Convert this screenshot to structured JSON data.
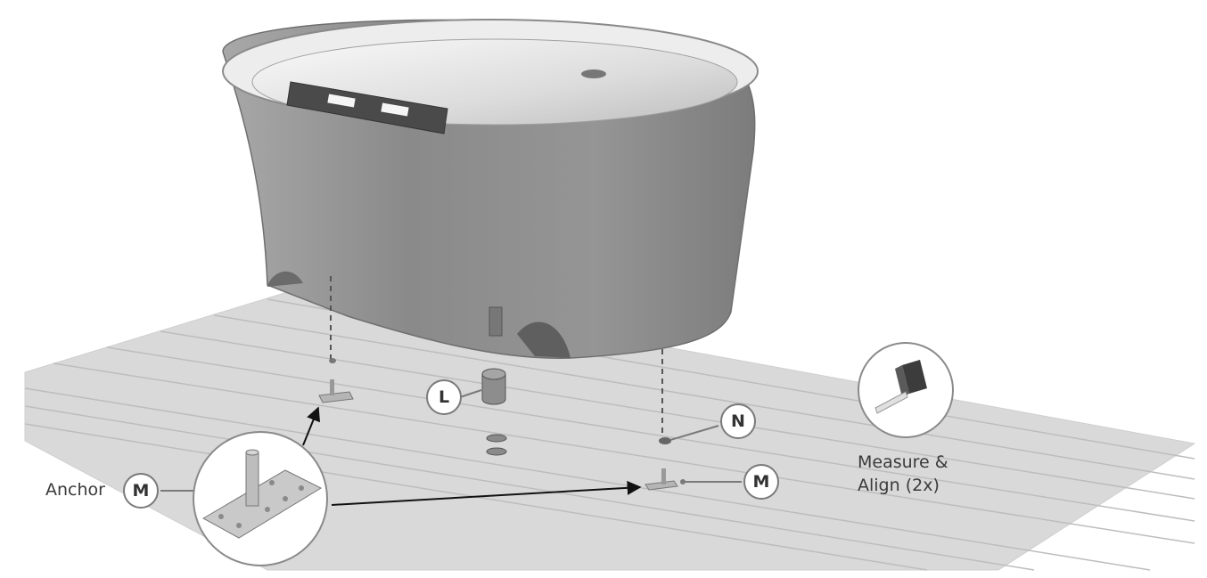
{
  "callouts": {
    "anchor_letter": "M",
    "drain_letter": "L",
    "pad_letter": "N",
    "right_anchor_letter": "M"
  },
  "labels": {
    "anchor": "Anchor",
    "measure_line1": "Measure &",
    "measure_line2": "Align (2x)"
  },
  "icons": {
    "tape_measure": "tape-measure-icon",
    "anchor_detail": "anchor-plate-icon"
  },
  "colors": {
    "floor": "#d9d9d9",
    "tub_body": "#8c8c8c",
    "tub_rim": "#e8e8e8",
    "callout_border": "#7a7a7a",
    "text": "#3a3a3a"
  }
}
